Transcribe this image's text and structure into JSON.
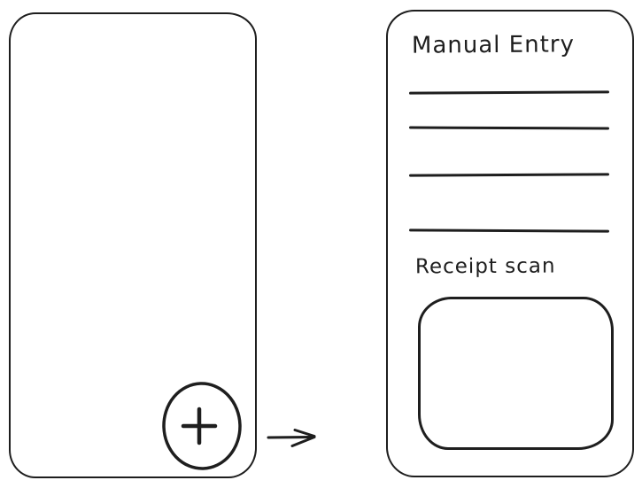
{
  "style": {
    "stroke_color": "#1e1e1e",
    "background_color": "#ffffff"
  },
  "left_screen": {
    "add_button": {
      "icon": "plus",
      "glyph": "+"
    }
  },
  "flow_arrow": {
    "direction": "right",
    "glyph": "→"
  },
  "right_screen": {
    "manual_entry_label": "Manual Entry",
    "input_field_count": 4,
    "receipt_scan_label": "Receipt scan"
  }
}
